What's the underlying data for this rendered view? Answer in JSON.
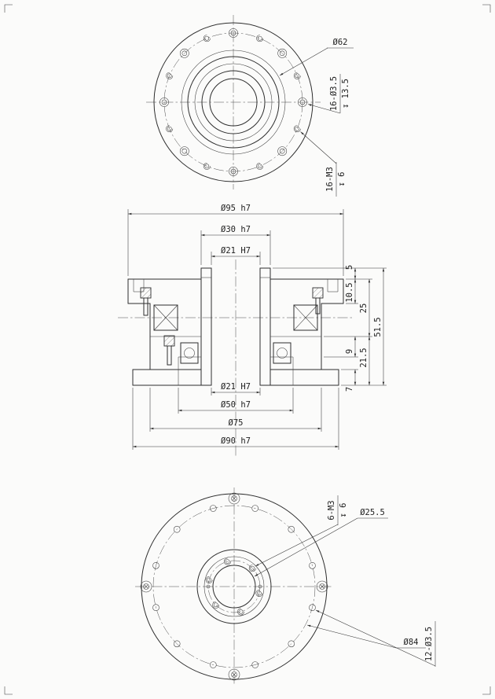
{
  "page": {
    "background": "#fbfbfa",
    "line_color": "#2e2e2e"
  },
  "top_view": {
    "dia62_label": "Ø62",
    "holes_cbore_label": "16-Ø3.5",
    "holes_cbore_depth": "↧ 13.5",
    "holes_tapped_label": "16-M3",
    "holes_tapped_depth": "↧ 6"
  },
  "section_view": {
    "top_dims": [
      "Ø95 h7",
      "Ø30 h7",
      "Ø21 H7"
    ],
    "bottom_dims": [
      "Ø21 H7",
      "Ø50 h7",
      "Ø75",
      "Ø90 h7"
    ],
    "right_dims": [
      "5",
      "10.5",
      "25",
      "51.5",
      "21.5",
      "9",
      "7"
    ]
  },
  "bottom_view": {
    "holes_tapped_label": "6-M3",
    "holes_tapped_depth": "↧ 6",
    "dia255_label": "Ø25.5",
    "holes_drilled_label": "12-Ø3.5",
    "dia84_label": "Ø84"
  }
}
